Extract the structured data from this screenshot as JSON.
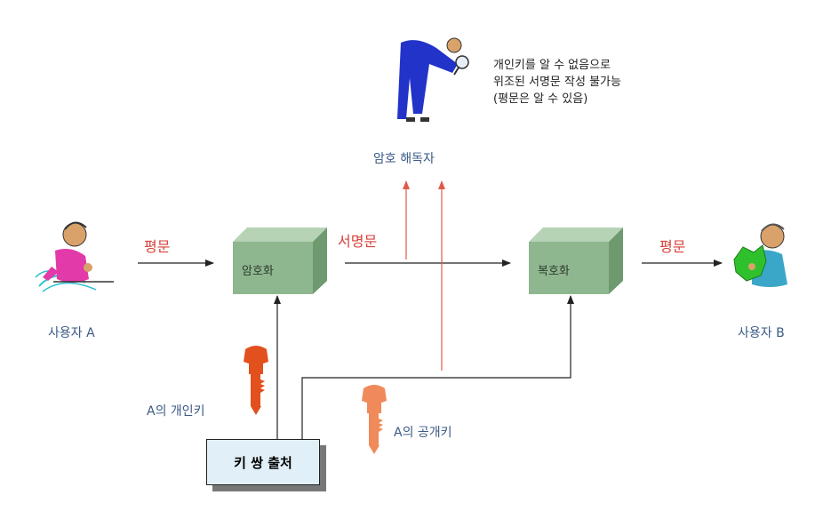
{
  "labels": {
    "plaintext_left": "평문",
    "plaintext_right": "평문",
    "signature": "서명문",
    "encrypt_box": "암호화",
    "decrypt_box": "복호화",
    "user_a": "사용자 A",
    "user_b": "사용자 B",
    "cryptanalyst": "암호 해독자",
    "private_key": "A의 개인키",
    "public_key": "A의 공개키",
    "key_source": "키 쌍 출처"
  },
  "note": {
    "text": "개인키를 알 수 없음으로\n위조된 서명문 작성 불가능\n(평문은 알 수 있음)"
  },
  "colors": {
    "box_front": "#8fb78f",
    "box_top": "#b6d3b6",
    "box_side": "#6f9a6f",
    "arrow_red": "#e05a4a",
    "private_key": "#e2501e",
    "public_key": "#f08a5a",
    "key_source_bg": "#e1f0f8"
  }
}
